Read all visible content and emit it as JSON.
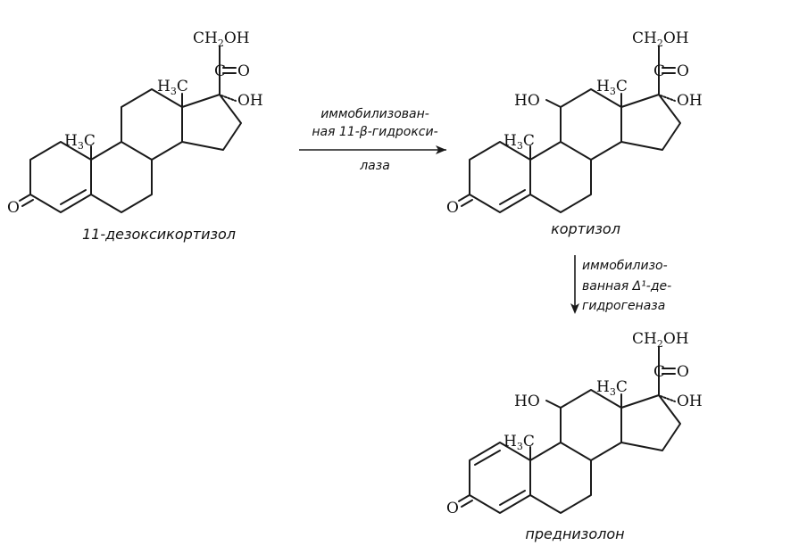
{
  "atoms": {
    "ch2oh": [
      "CH",
      "2",
      "OH"
    ],
    "h3c": [
      "H",
      "3",
      "C"
    ],
    "co": "C",
    "o": "O",
    "oh": "OH",
    "ho": "HO"
  },
  "compounds": {
    "deoxycortisol": "11-дезоксикортизол",
    "cortisol": "кортизол",
    "prednisolone": "преднизолон"
  },
  "reactions": {
    "step1": [
      "иммобилизован-",
      "ная 11-β-гидрокси-",
      "лаза"
    ],
    "step2": [
      "иммобилизо-",
      "ванная Δ¹-де-",
      "гидрогеназа"
    ]
  },
  "colors": {
    "ink": "#1a1a1a",
    "paper": "#ffffff"
  }
}
